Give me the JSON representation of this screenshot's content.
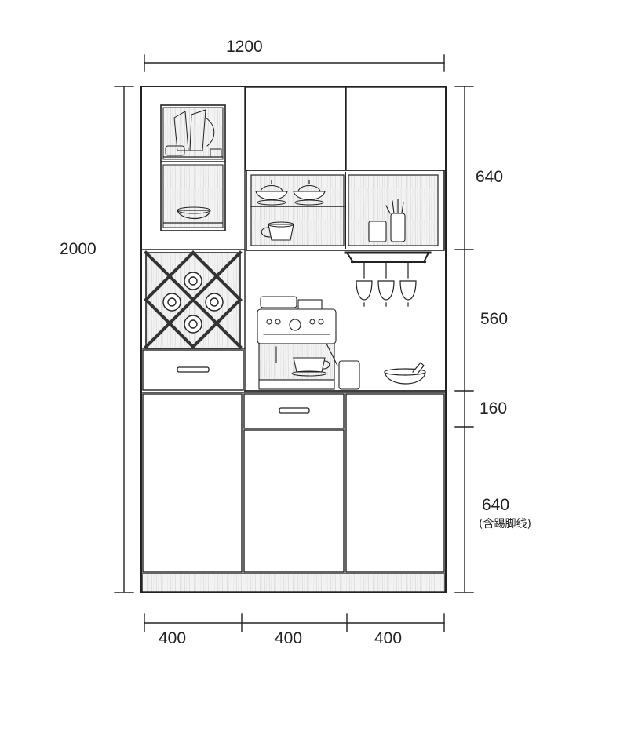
{
  "dimensions": {
    "total_width": "1200",
    "total_height": "2000",
    "upper_height": "640",
    "middle_height": "560",
    "counter_height": "160",
    "lower_height": "640",
    "lower_note": "(含踢脚线)",
    "bottom_widths": [
      "400",
      "400",
      "400"
    ]
  },
  "colors": {
    "line": "#222222",
    "wood": "#f2f2f2"
  }
}
